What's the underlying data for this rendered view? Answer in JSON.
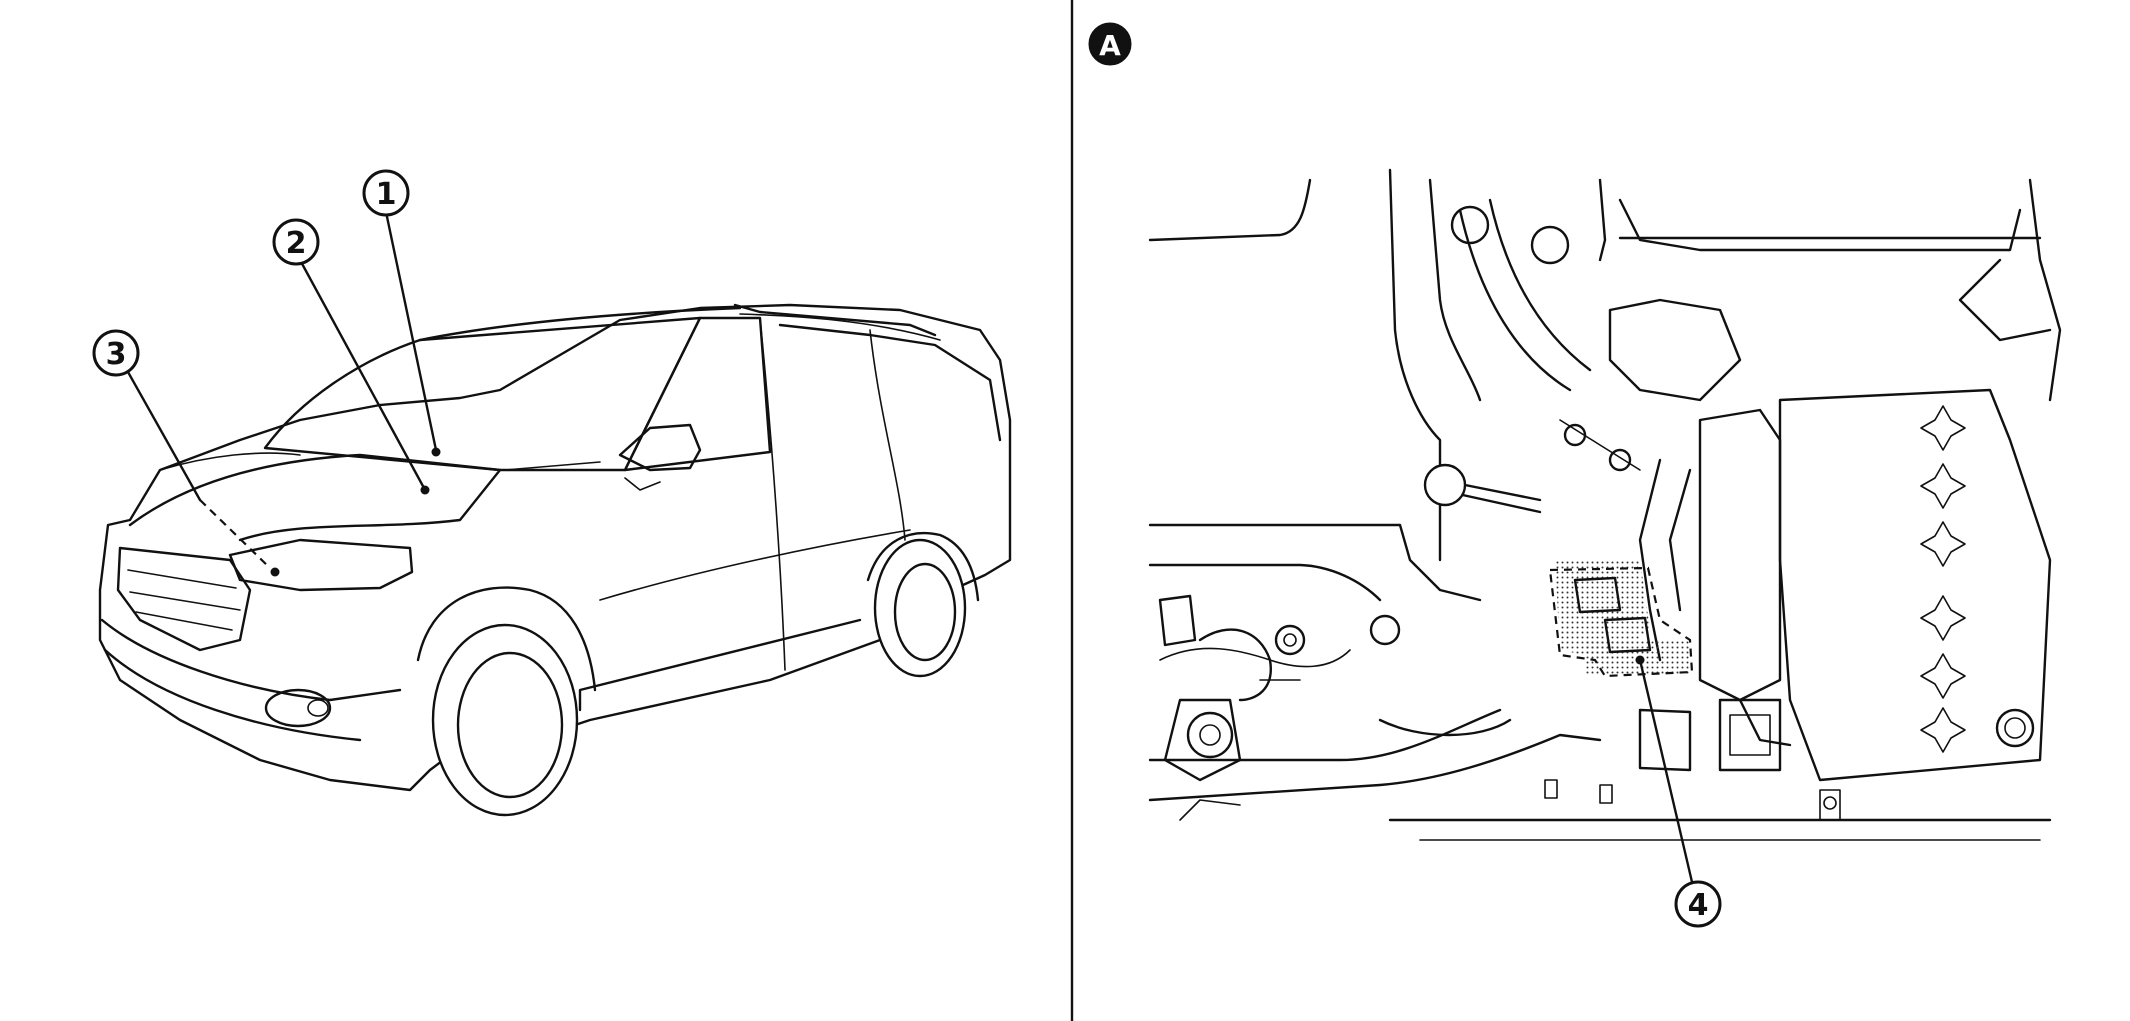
{
  "panel_right": {
    "label": "A"
  },
  "callouts": {
    "c1": "1",
    "c2": "2",
    "c3": "3",
    "c4": "4"
  }
}
